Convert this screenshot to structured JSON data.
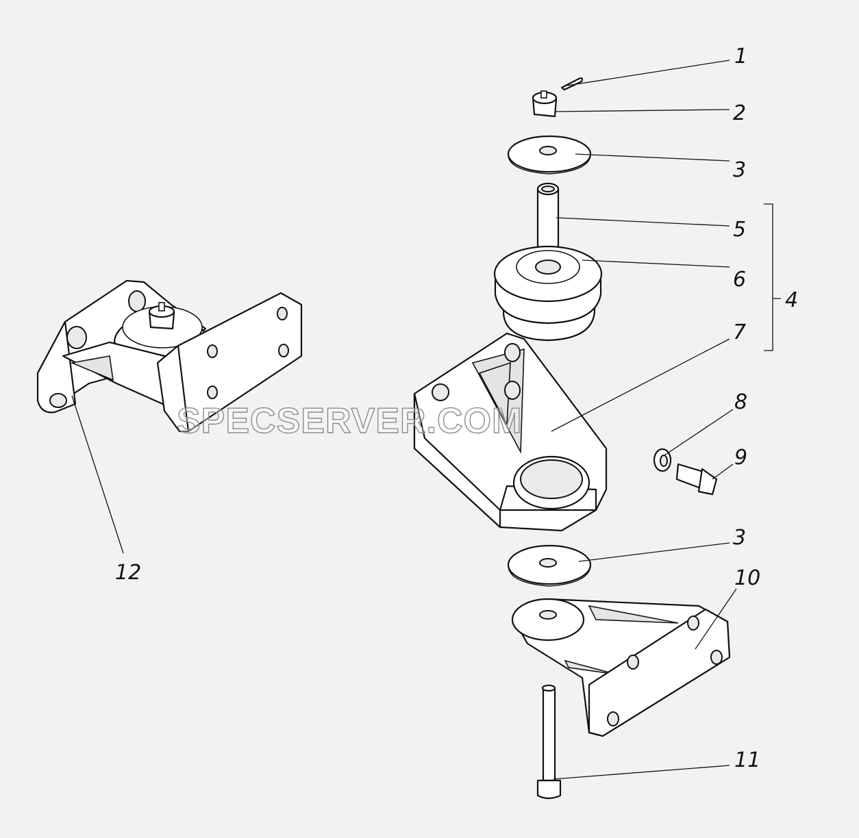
{
  "watermark": "SPECSERVER.COM",
  "callouts": {
    "c1": "1",
    "c2": "2",
    "c3a": "3",
    "c4": "4",
    "c5": "5",
    "c6": "6",
    "c7": "7",
    "c8": "8",
    "c9": "9",
    "c3b": "3",
    "c10": "10",
    "c11": "11",
    "c12": "12"
  }
}
